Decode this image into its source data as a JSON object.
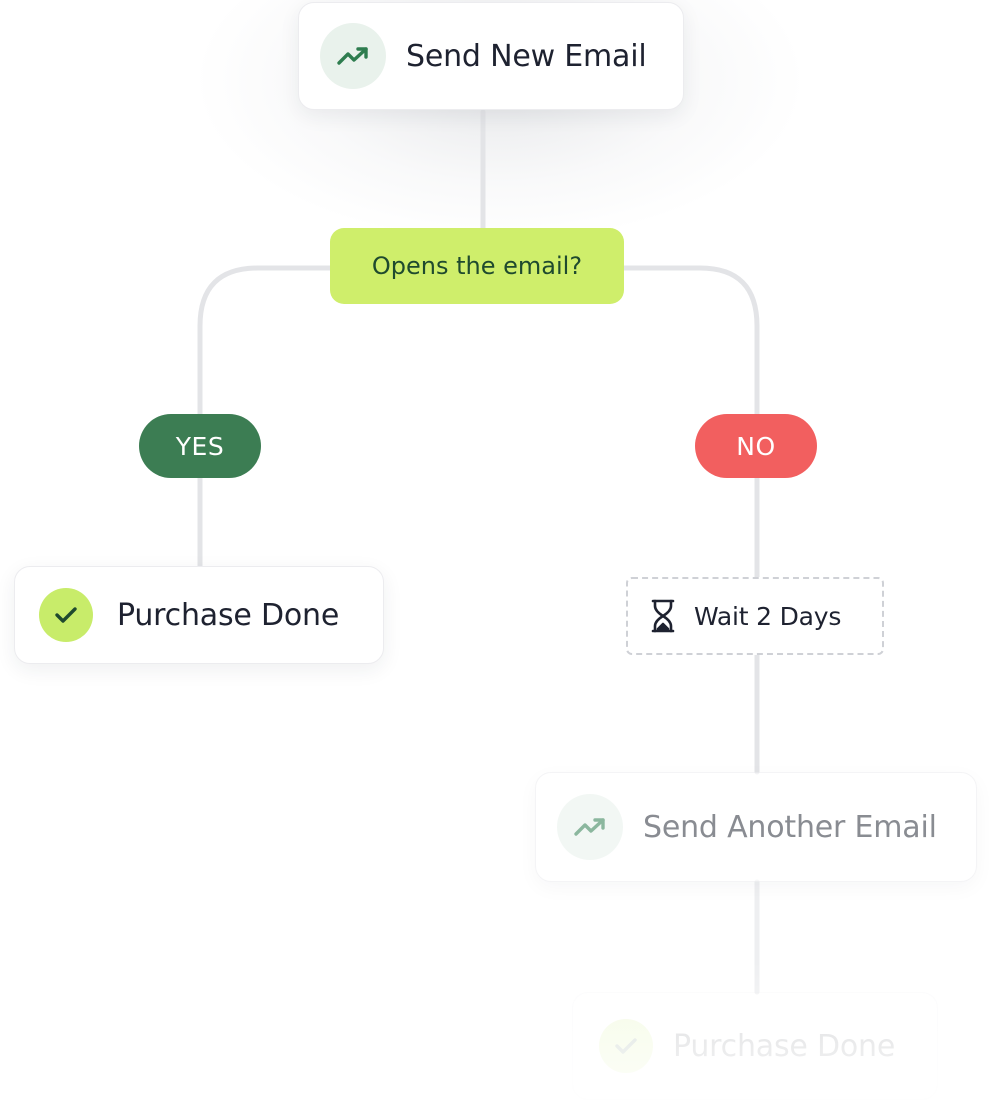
{
  "nodes": {
    "send_new_email": {
      "label": "Send New Email",
      "icon": "trending-up-icon"
    },
    "decision": {
      "label": "Opens the email?"
    },
    "yes": {
      "label": "YES"
    },
    "no": {
      "label": "NO"
    },
    "purchase_done": {
      "label": "Purchase Done",
      "icon": "check-icon"
    },
    "wait": {
      "label": "Wait 2 Days",
      "icon": "hourglass-icon"
    },
    "send_another_email": {
      "label": "Send Another Email",
      "icon": "trending-up-icon"
    },
    "purchase_done_faded": {
      "label": "Purchase Done",
      "icon": "check-icon"
    }
  },
  "colors": {
    "decision": "#cfee6b",
    "yes": "#3c7d53",
    "no": "#f25f5f",
    "accent_green": "#2e7d4f",
    "connector": "#e3e4e7"
  }
}
